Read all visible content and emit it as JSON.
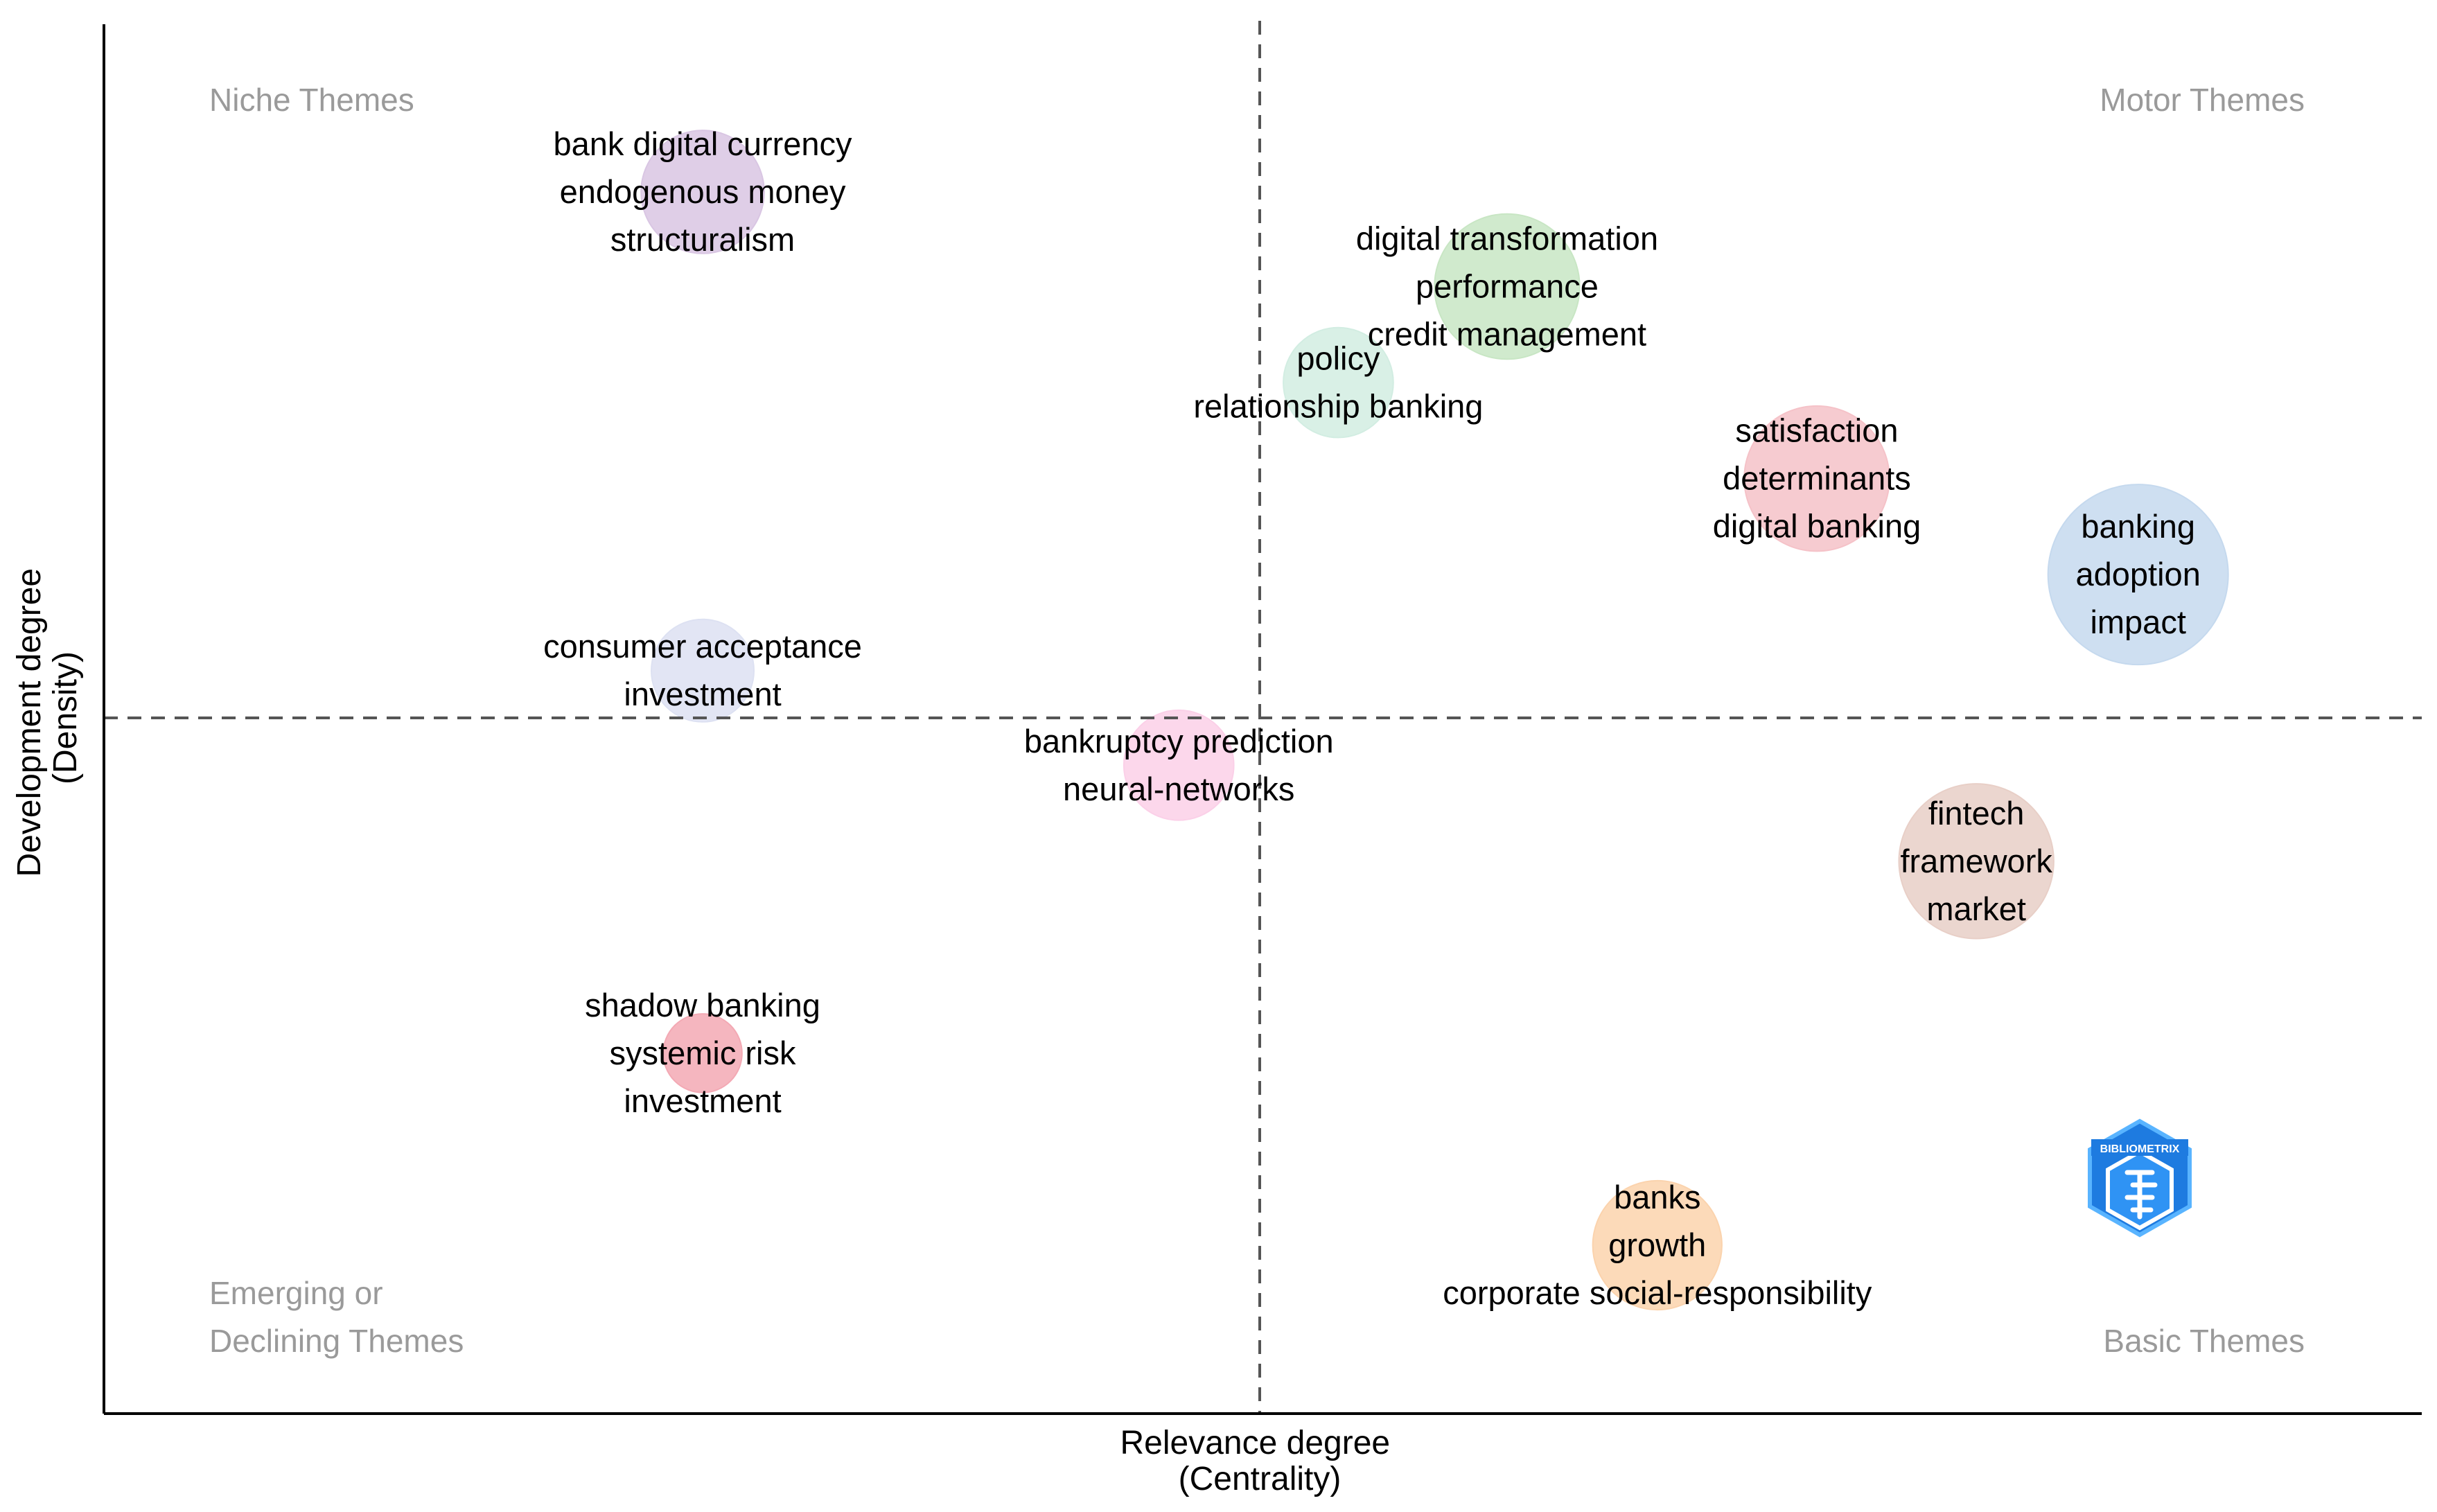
{
  "chart_data": {
    "type": "scatter",
    "xlabel": [
      "Relevance degree",
      "(Centrality)"
    ],
    "ylabel": [
      "Development degree",
      "(Density)"
    ],
    "xlim": [
      0,
      1
    ],
    "ylim": [
      0,
      1
    ],
    "grid": false,
    "divider_x": 0.5,
    "divider_y": 0.5,
    "quadrants": {
      "niche": [
        "Niche Themes"
      ],
      "motor": [
        "Motor Themes"
      ],
      "emerging": [
        "Emerging or",
        "Declining Themes"
      ],
      "basic": [
        "Basic Themes"
      ]
    },
    "clusters": [
      {
        "x": 0.259,
        "y": 0.878,
        "size": 0.4,
        "color": "#d9c6e3",
        "labels": [
          "bank digital currency",
          "endogenous money",
          "structuralism"
        ]
      },
      {
        "x": 0.607,
        "y": 0.81,
        "size": 0.6,
        "color": "#c8e6c4",
        "labels": [
          "digital transformation",
          "performance",
          "credit management"
        ]
      },
      {
        "x": 0.534,
        "y": 0.741,
        "size": 0.3,
        "color": "#d2ede2",
        "labels": [
          "policy",
          "relationship banking"
        ]
      },
      {
        "x": 0.741,
        "y": 0.672,
        "size": 0.6,
        "color": "#f5c2c8",
        "labels": [
          "satisfaction",
          "determinants",
          "digital banking"
        ]
      },
      {
        "x": 0.88,
        "y": 0.603,
        "size": 1.0,
        "color": "#c5d9ee",
        "labels": [
          "banking",
          "adoption",
          "impact"
        ]
      },
      {
        "x": 0.259,
        "y": 0.534,
        "size": 0.25,
        "color": "#dde1f2",
        "labels": [
          "consumer acceptance",
          "investment"
        ]
      },
      {
        "x": 0.465,
        "y": 0.466,
        "size": 0.3,
        "color": "#fbd0e8",
        "labels": [
          "bankruptcy prediction",
          "neural-networks"
        ]
      },
      {
        "x": 0.81,
        "y": 0.397,
        "size": 0.7,
        "color": "#e8cfc7",
        "labels": [
          "fintech",
          "framework",
          "market"
        ]
      },
      {
        "x": 0.259,
        "y": 0.259,
        "size": 0.12,
        "color": "#f3a9b4",
        "labels": [
          "shadow banking",
          "systemic risk",
          "investment"
        ]
      },
      {
        "x": 0.672,
        "y": 0.121,
        "size": 0.45,
        "color": "#fbd3ad",
        "labels": [
          "banks",
          "growth",
          "corporate social-responsibility"
        ]
      }
    ],
    "logo": {
      "name": "bibliometrix-logo",
      "text": "BIBLIOMETRIX",
      "color": "#1e7be0"
    }
  }
}
